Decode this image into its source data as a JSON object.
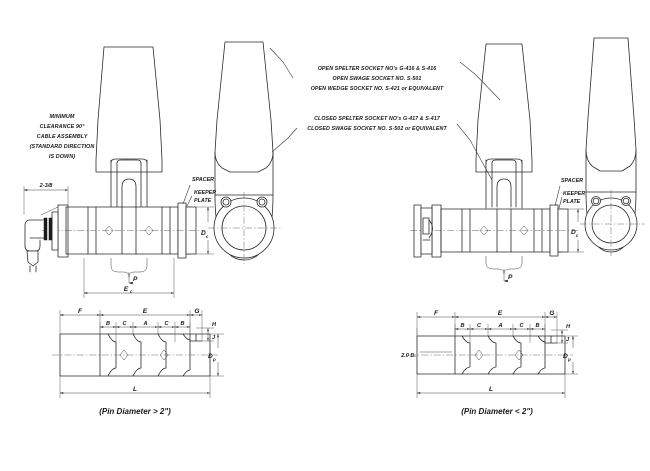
{
  "sheet": {
    "title": "Load Pin / Clevis Pin Assembly Dimensional Drawing",
    "background_color": "#ffffff",
    "line_color": "#2a2a2a"
  },
  "notes": {
    "clearance": [
      "MINIMUM",
      "CLEARANCE 90°",
      "CABLE ASSEMBLY",
      "(STANDARD DIRECTION",
      "IS DOWN)"
    ],
    "clearance_dimension": "2-3/8"
  },
  "socket_specs": {
    "open": [
      "OPEN SPELTER SOCKET NO's G-416 & S-416",
      "OPEN SWAGE SOCKET NO. S-501",
      "OPEN WEDGE SOCKET NO. S-421 or EQUIVALENT"
    ],
    "closed": [
      "CLOSED SPELTER SOCKET NO's G-417 & S-417",
      "CLOSED SWAGE SOCKET NO. S-502 or EQUIVALENT"
    ]
  },
  "callouts": {
    "spacer": "SPACER",
    "keeper_plate_line1": "KEEPER",
    "keeper_plate_line2": "PLATE"
  },
  "left_view": {
    "caption": "(Pin Diameter > 2\")",
    "dimensions": {
      "Dc": "D",
      "Dc_sub": "c",
      "P": "P",
      "Ec": "E",
      "Ec_sub": "c",
      "F": "F",
      "E": "E",
      "G": "G",
      "B1": "B",
      "C1": "C",
      "A": "A",
      "C2": "C",
      "B2": "B",
      "H": "H",
      "J": "J",
      "Dp": "D",
      "Dp_sub": "p",
      "L": "L"
    }
  },
  "right_view": {
    "caption": "(Pin Diameter < 2\")",
    "dimensions": {
      "Dc": "D",
      "Dc_sub": "c",
      "P": "P",
      "F": "F",
      "E": "E",
      "G": "G",
      "B1": "B",
      "C1": "C",
      "A": "A",
      "C2": "C",
      "B2": "B",
      "H": "H",
      "J": "J",
      "Dp": "D",
      "Dp_sub": "p",
      "L": "L",
      "bore": "2.0 D."
    }
  }
}
